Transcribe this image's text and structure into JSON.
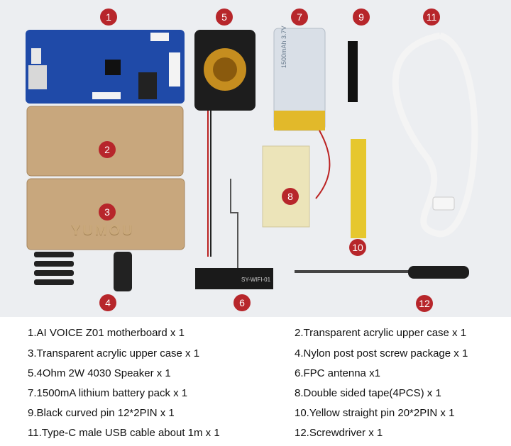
{
  "photo": {
    "labels": [
      "1",
      "2",
      "3",
      "4",
      "5",
      "6",
      "7",
      "8",
      "9",
      "10",
      "11",
      "12"
    ],
    "case_engraving": "YUMOU",
    "battery_print": "1500mAh 3.7V",
    "antenna_print": "SY-WIFI-01"
  },
  "legend": {
    "items": [
      "1.AI VOICE Z01 motherboard x 1",
      "2.Transparent acrylic upper case x 1",
      "3.Transparent acrylic upper case x 1",
      "4.Nylon post post screw package x 1",
      "5.4Ohm 2W 4030 Speaker x 1",
      "6.FPC antenna x1",
      "7.1500mA lithium battery pack x 1",
      "8.Double sided tape(4PCS) x 1",
      "9.Black curved pin 12*2PIN x 1",
      "10.Yellow straight pin 20*2PIN x 1",
      "11.Type-C male USB cable about 1m x 1",
      "12.Screwdriver x 1"
    ]
  },
  "colors": {
    "badge": "#b7262b",
    "board": "#1f4aa8",
    "acrylic": "#c8a77d",
    "tape": "#ece4b9",
    "header_gold": "#e6c72d"
  }
}
